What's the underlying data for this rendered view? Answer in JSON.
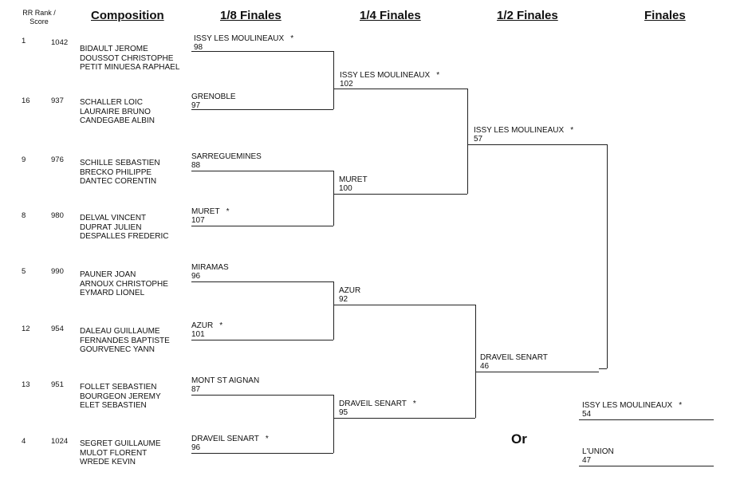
{
  "headers": {
    "rank_score": "RR Rank / Score",
    "composition": "Composition",
    "r16": "1/8 Finales",
    "qf": "1/4 Finales",
    "sf": "1/2 Finales",
    "final": "Finales"
  },
  "entries": [
    {
      "rank": "1",
      "score": "1042",
      "names": [
        "BIDAULT JEROME",
        "DOUSSOT CHRISTOPHE",
        "PETIT MINUESA RAPHAEL"
      ]
    },
    {
      "rank": "16",
      "score": "937",
      "names": [
        "SCHALLER LOIC",
        "LAURAIRE BRUNO",
        "CANDEGABE ALBIN"
      ]
    },
    {
      "rank": "9",
      "score": "976",
      "names": [
        "SCHILLE SEBASTIEN",
        "BRECKO PHILIPPE",
        "DANTEC CORENTIN"
      ]
    },
    {
      "rank": "8",
      "score": "980",
      "names": [
        "DELVAL VINCENT",
        "DUPRAT JULIEN",
        "DESPALLES FREDERIC"
      ]
    },
    {
      "rank": "5",
      "score": "990",
      "names": [
        "PAUNER JOAN",
        "ARNOUX CHRISTOPHE",
        "EYMARD LIONEL"
      ]
    },
    {
      "rank": "12",
      "score": "954",
      "names": [
        "DALEAU GUILLAUME",
        "FERNANDES BAPTISTE",
        "GOURVENEC YANN"
      ]
    },
    {
      "rank": "13",
      "score": "951",
      "names": [
        "FOLLET SEBASTIEN",
        "BOURGEON JEREMY",
        "ELET SEBASTIEN"
      ]
    },
    {
      "rank": "4",
      "score": "1024",
      "names": [
        "SEGRET GUILLAUME",
        "MULOT FLORENT",
        "WREDE KEVIN"
      ]
    }
  ],
  "r16": [
    {
      "team": "ISSY LES MOULINEAUX",
      "score": "98",
      "star": "*"
    },
    {
      "team": "GRENOBLE",
      "score": "97",
      "star": ""
    },
    {
      "team": "SARREGUEMINES",
      "score": "88",
      "star": ""
    },
    {
      "team": "MURET",
      "score": "107",
      "star": "*"
    },
    {
      "team": "MIRAMAS",
      "score": "96",
      "star": ""
    },
    {
      "team": "AZUR",
      "score": "101",
      "star": "*"
    },
    {
      "team": "MONT ST AIGNAN",
      "score": "87",
      "star": ""
    },
    {
      "team": "DRAVEIL SENART",
      "score": "96",
      "star": "*"
    }
  ],
  "qf": [
    {
      "team": "ISSY LES MOULINEAUX",
      "score": "102",
      "star": "*"
    },
    {
      "team": "MURET",
      "score": "100",
      "star": ""
    },
    {
      "team": "AZUR",
      "score": "92",
      "star": ""
    },
    {
      "team": "DRAVEIL SENART",
      "score": "95",
      "star": "*"
    }
  ],
  "sf": [
    {
      "team": "ISSY LES MOULINEAUX",
      "score": "57",
      "star": "*"
    },
    {
      "team": "DRAVEIL SENART",
      "score": "46",
      "star": ""
    }
  ],
  "final": [
    {
      "team": "ISSY LES MOULINEAUX",
      "score": "54",
      "star": "*"
    },
    {
      "team": "L'UNION",
      "score": "47",
      "star": ""
    }
  ],
  "or_label": "Or"
}
